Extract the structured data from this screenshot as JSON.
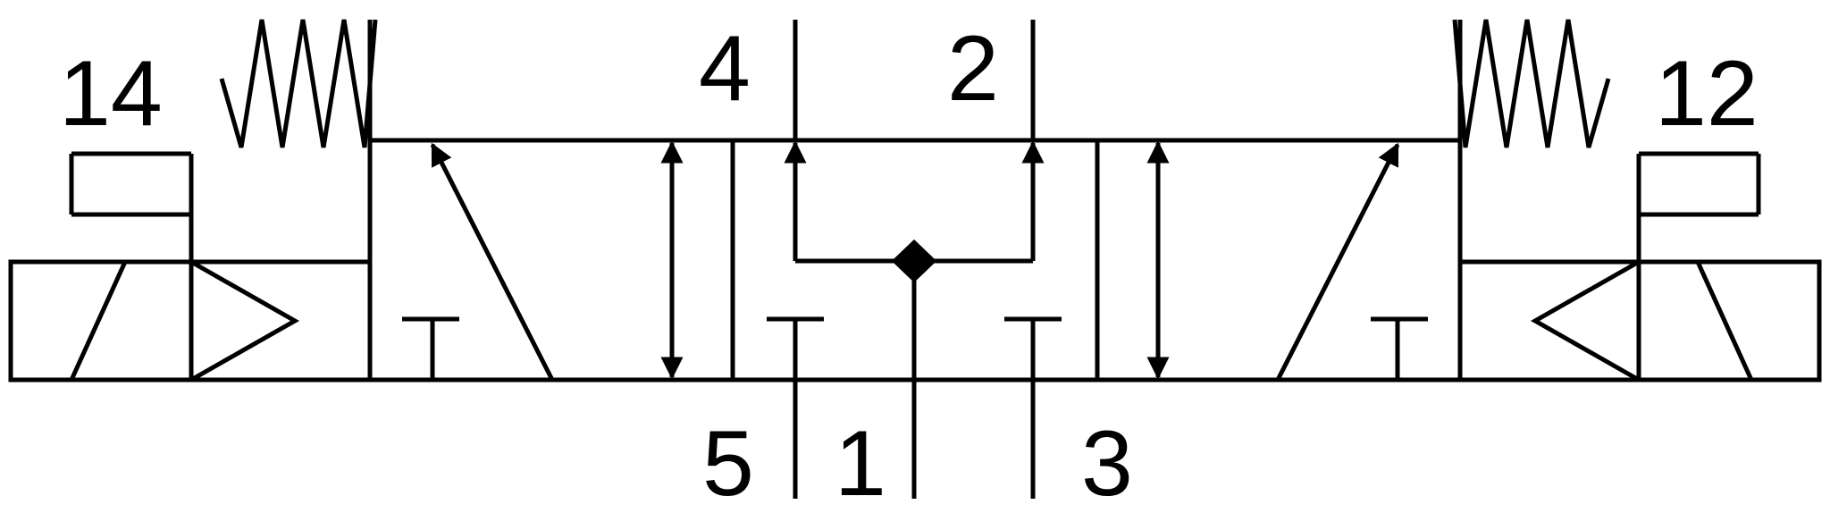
{
  "diagram": {
    "ports": {
      "pilot_left": "14",
      "pilot_right": "12",
      "top_left": "4",
      "top_right": "2",
      "bottom_left": "5",
      "bottom_center": "1",
      "bottom_right": "3"
    },
    "colors": {
      "line": "#000000",
      "background": "#ffffff"
    },
    "icons": [
      "solenoid-icon",
      "spring-icon",
      "flow-arrow-icon",
      "blocked-port-icon",
      "check-valve-icon"
    ]
  }
}
